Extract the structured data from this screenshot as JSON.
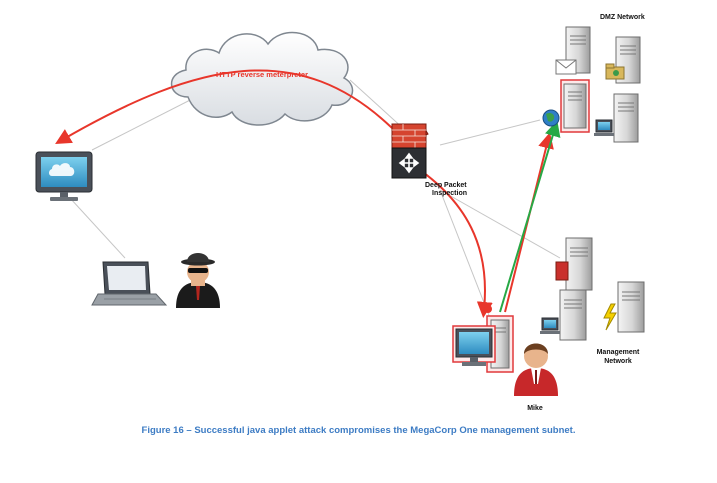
{
  "diagram": {
    "cloud_label": "HTTP reverse meterpreter",
    "dmz_label": "DMZ Network",
    "firewall_label_line1": "Deep Packet",
    "firewall_label_line2": "Inspection",
    "management_label_line1": "Management",
    "management_label_line2": "Network",
    "user_label": "Mike",
    "colors": {
      "attack_red": "#e8362b",
      "response_green": "#27a845",
      "connector_gray": "#c6c6c6",
      "highlight_red": "#e0393b",
      "caption_blue": "#3d7cc4"
    }
  },
  "caption": "Figure 16 – Successful java applet attack compromises the MegaCorp One management subnet."
}
